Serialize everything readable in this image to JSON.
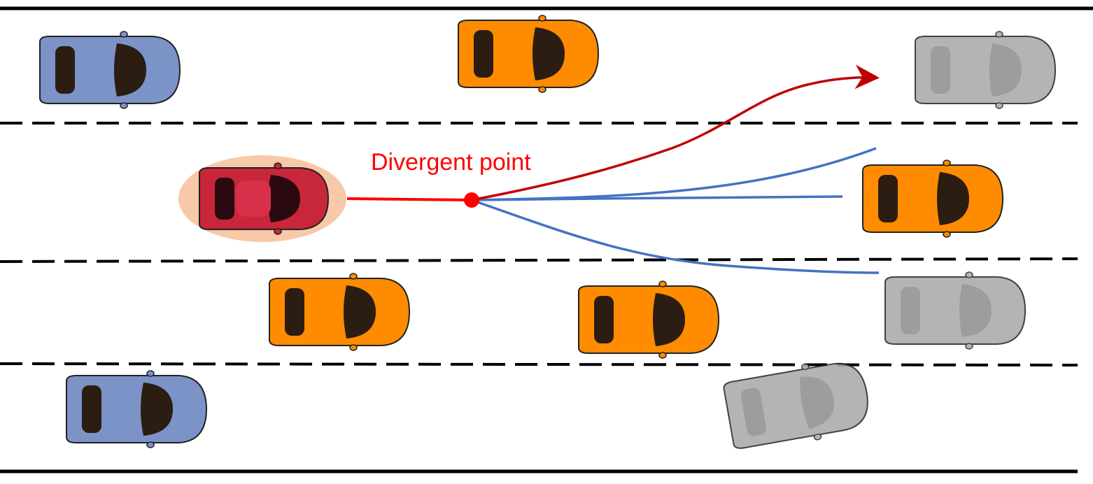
{
  "diagram": {
    "annotation": "Divergent point",
    "colors": {
      "annotation_text": "#ff0000",
      "ego_car": "#c8263a",
      "ego_halo": "#f7c9a8",
      "neighbor_car": "#ff8c00",
      "background_car": "#7b93c6",
      "future_car": "#a8a8a8",
      "selected_trajectory": "#c00000",
      "candidate_trajectory": "#4472c4",
      "history_line": "#ff0000",
      "divergent_point": "#ff0000",
      "lane_line": "#000000"
    },
    "cars": [
      {
        "role": "background",
        "name": "background-car"
      },
      {
        "role": "neighbor",
        "name": "neighbor-car"
      },
      {
        "role": "future",
        "name": "future-car"
      },
      {
        "role": "ego",
        "name": "ego-car"
      },
      {
        "role": "neighbor",
        "name": "neighbor-car"
      },
      {
        "role": "neighbor",
        "name": "neighbor-car"
      },
      {
        "role": "neighbor",
        "name": "neighbor-car"
      },
      {
        "role": "future",
        "name": "future-car"
      },
      {
        "role": "background",
        "name": "background-car"
      },
      {
        "role": "future",
        "name": "future-car"
      }
    ],
    "trajectories": [
      {
        "role": "selected",
        "name": "selected-trajectory"
      },
      {
        "role": "candidate",
        "name": "candidate-trajectory"
      },
      {
        "role": "candidate",
        "name": "candidate-trajectory"
      },
      {
        "role": "candidate",
        "name": "candidate-trajectory"
      }
    ]
  }
}
